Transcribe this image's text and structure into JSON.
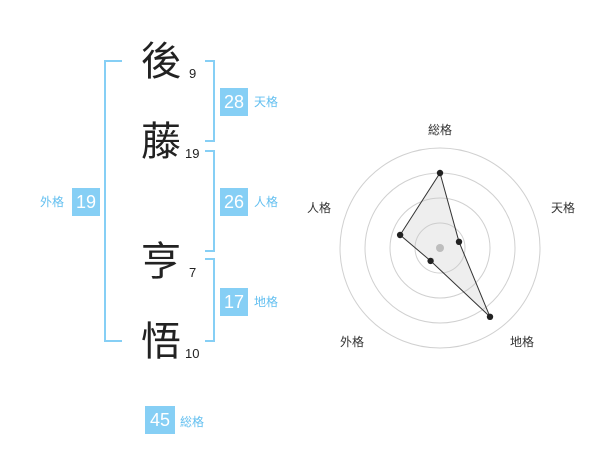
{
  "name": {
    "chars": [
      {
        "char": "後",
        "strokes": "9"
      },
      {
        "char": "藤",
        "strokes": "19"
      },
      {
        "char": "亨",
        "strokes": "7"
      },
      {
        "char": "悟",
        "strokes": "10"
      }
    ]
  },
  "kaku": {
    "tenkaku": {
      "value": "28",
      "label": "天格"
    },
    "jinkaku": {
      "value": "26",
      "label": "人格"
    },
    "chikaku": {
      "value": "17",
      "label": "地格"
    },
    "gaikaku": {
      "value": "19",
      "label": "外格"
    },
    "soukaku": {
      "value": "45",
      "label": "総格"
    }
  },
  "colors": {
    "accent": "#86cff5",
    "accent_text": "#62bff0"
  },
  "chart_data": {
    "type": "radar",
    "axes": [
      "総格",
      "天格",
      "地格",
      "外格",
      "人格"
    ],
    "rings": 4,
    "values": [
      0.75,
      0.2,
      0.85,
      0.16,
      0.42
    ],
    "range": [
      0,
      1
    ]
  }
}
